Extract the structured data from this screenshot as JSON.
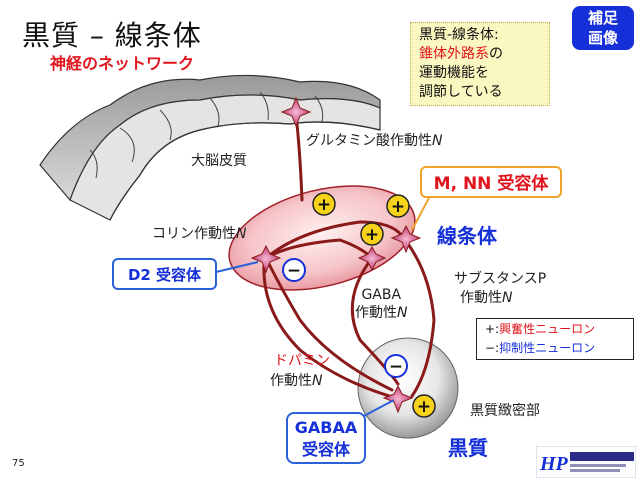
{
  "title": "黒質 – 線条体",
  "subtitle": "神経のネットワーク",
  "badge": {
    "line1": "補足",
    "line2": "画像"
  },
  "summary": {
    "line1": "黒質-線条体:",
    "line2_red": "錐体外路系",
    "line2_rest": "の",
    "line3": "運動機能を",
    "line4": "調節している"
  },
  "labels": {
    "cortex": "大脳皮質",
    "glutamate": "グルタミン酸作動性",
    "cholinergic": "コリン作動性",
    "gaba_line1": "GABA",
    "gaba_line2": "作動性",
    "substance_p_line1": "サブスタンスP",
    "substance_p_line2": "作動性",
    "dopamine_line1": "ドパミン",
    "dopamine_line2": "作動性",
    "compacta": "黒質緻密部",
    "striatum": "線条体",
    "substantia_nigra": "黒質",
    "neuron_abbrev": "N"
  },
  "receptor_boxes": {
    "m": "M, NN 受容体",
    "d2": "D2 受容体",
    "gaba_a_line1": "GABAA",
    "gaba_a_line2": "受容体"
  },
  "legend": {
    "plus_symbol": "+:",
    "plus_text": "興奮性ニューロン",
    "minus_symbol": "−:",
    "minus_text": "抑制性ニューロン"
  },
  "signs": {
    "plus": "+",
    "minus": "−"
  },
  "page_number": "75",
  "logo": {
    "mark": "HP"
  },
  "colors": {
    "accent_red": "#e0141c",
    "accent_blue": "#1530d8",
    "neuron_line": "#8a1a1a",
    "synapse_pink": "#d0508a",
    "striatum_fill": "#f6c4c8",
    "plus_circle": "#f6d21a"
  }
}
